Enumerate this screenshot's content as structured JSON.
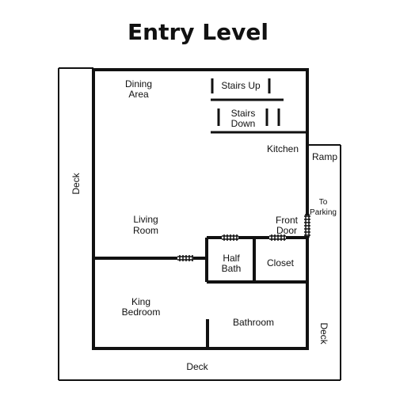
{
  "title": "Entry Level",
  "labels": {
    "dining_1": "Dining",
    "dining_2": "Area",
    "stairs_up": "Stairs Up",
    "stairs_down_1": "Stairs",
    "stairs_down_2": "Down",
    "kitchen": "Kitchen",
    "ramp": "Ramp",
    "to_parking_1": "To",
    "to_parking_2": "Parking",
    "deck_left": "Deck",
    "deck_right": "Deck",
    "deck_bottom": "Deck",
    "living_1": "Living",
    "living_2": "Room",
    "front_door_1": "Front",
    "front_door_2": "Door",
    "half_bath_1": "Half",
    "half_bath_2": "Bath",
    "closet": "Closet",
    "king_bedroom_1": "King",
    "king_bedroom_2": "Bedroom",
    "bathroom": "Bathroom"
  },
  "colors": {
    "wall": "#111111",
    "line": "#111111",
    "background": "#ffffff"
  }
}
